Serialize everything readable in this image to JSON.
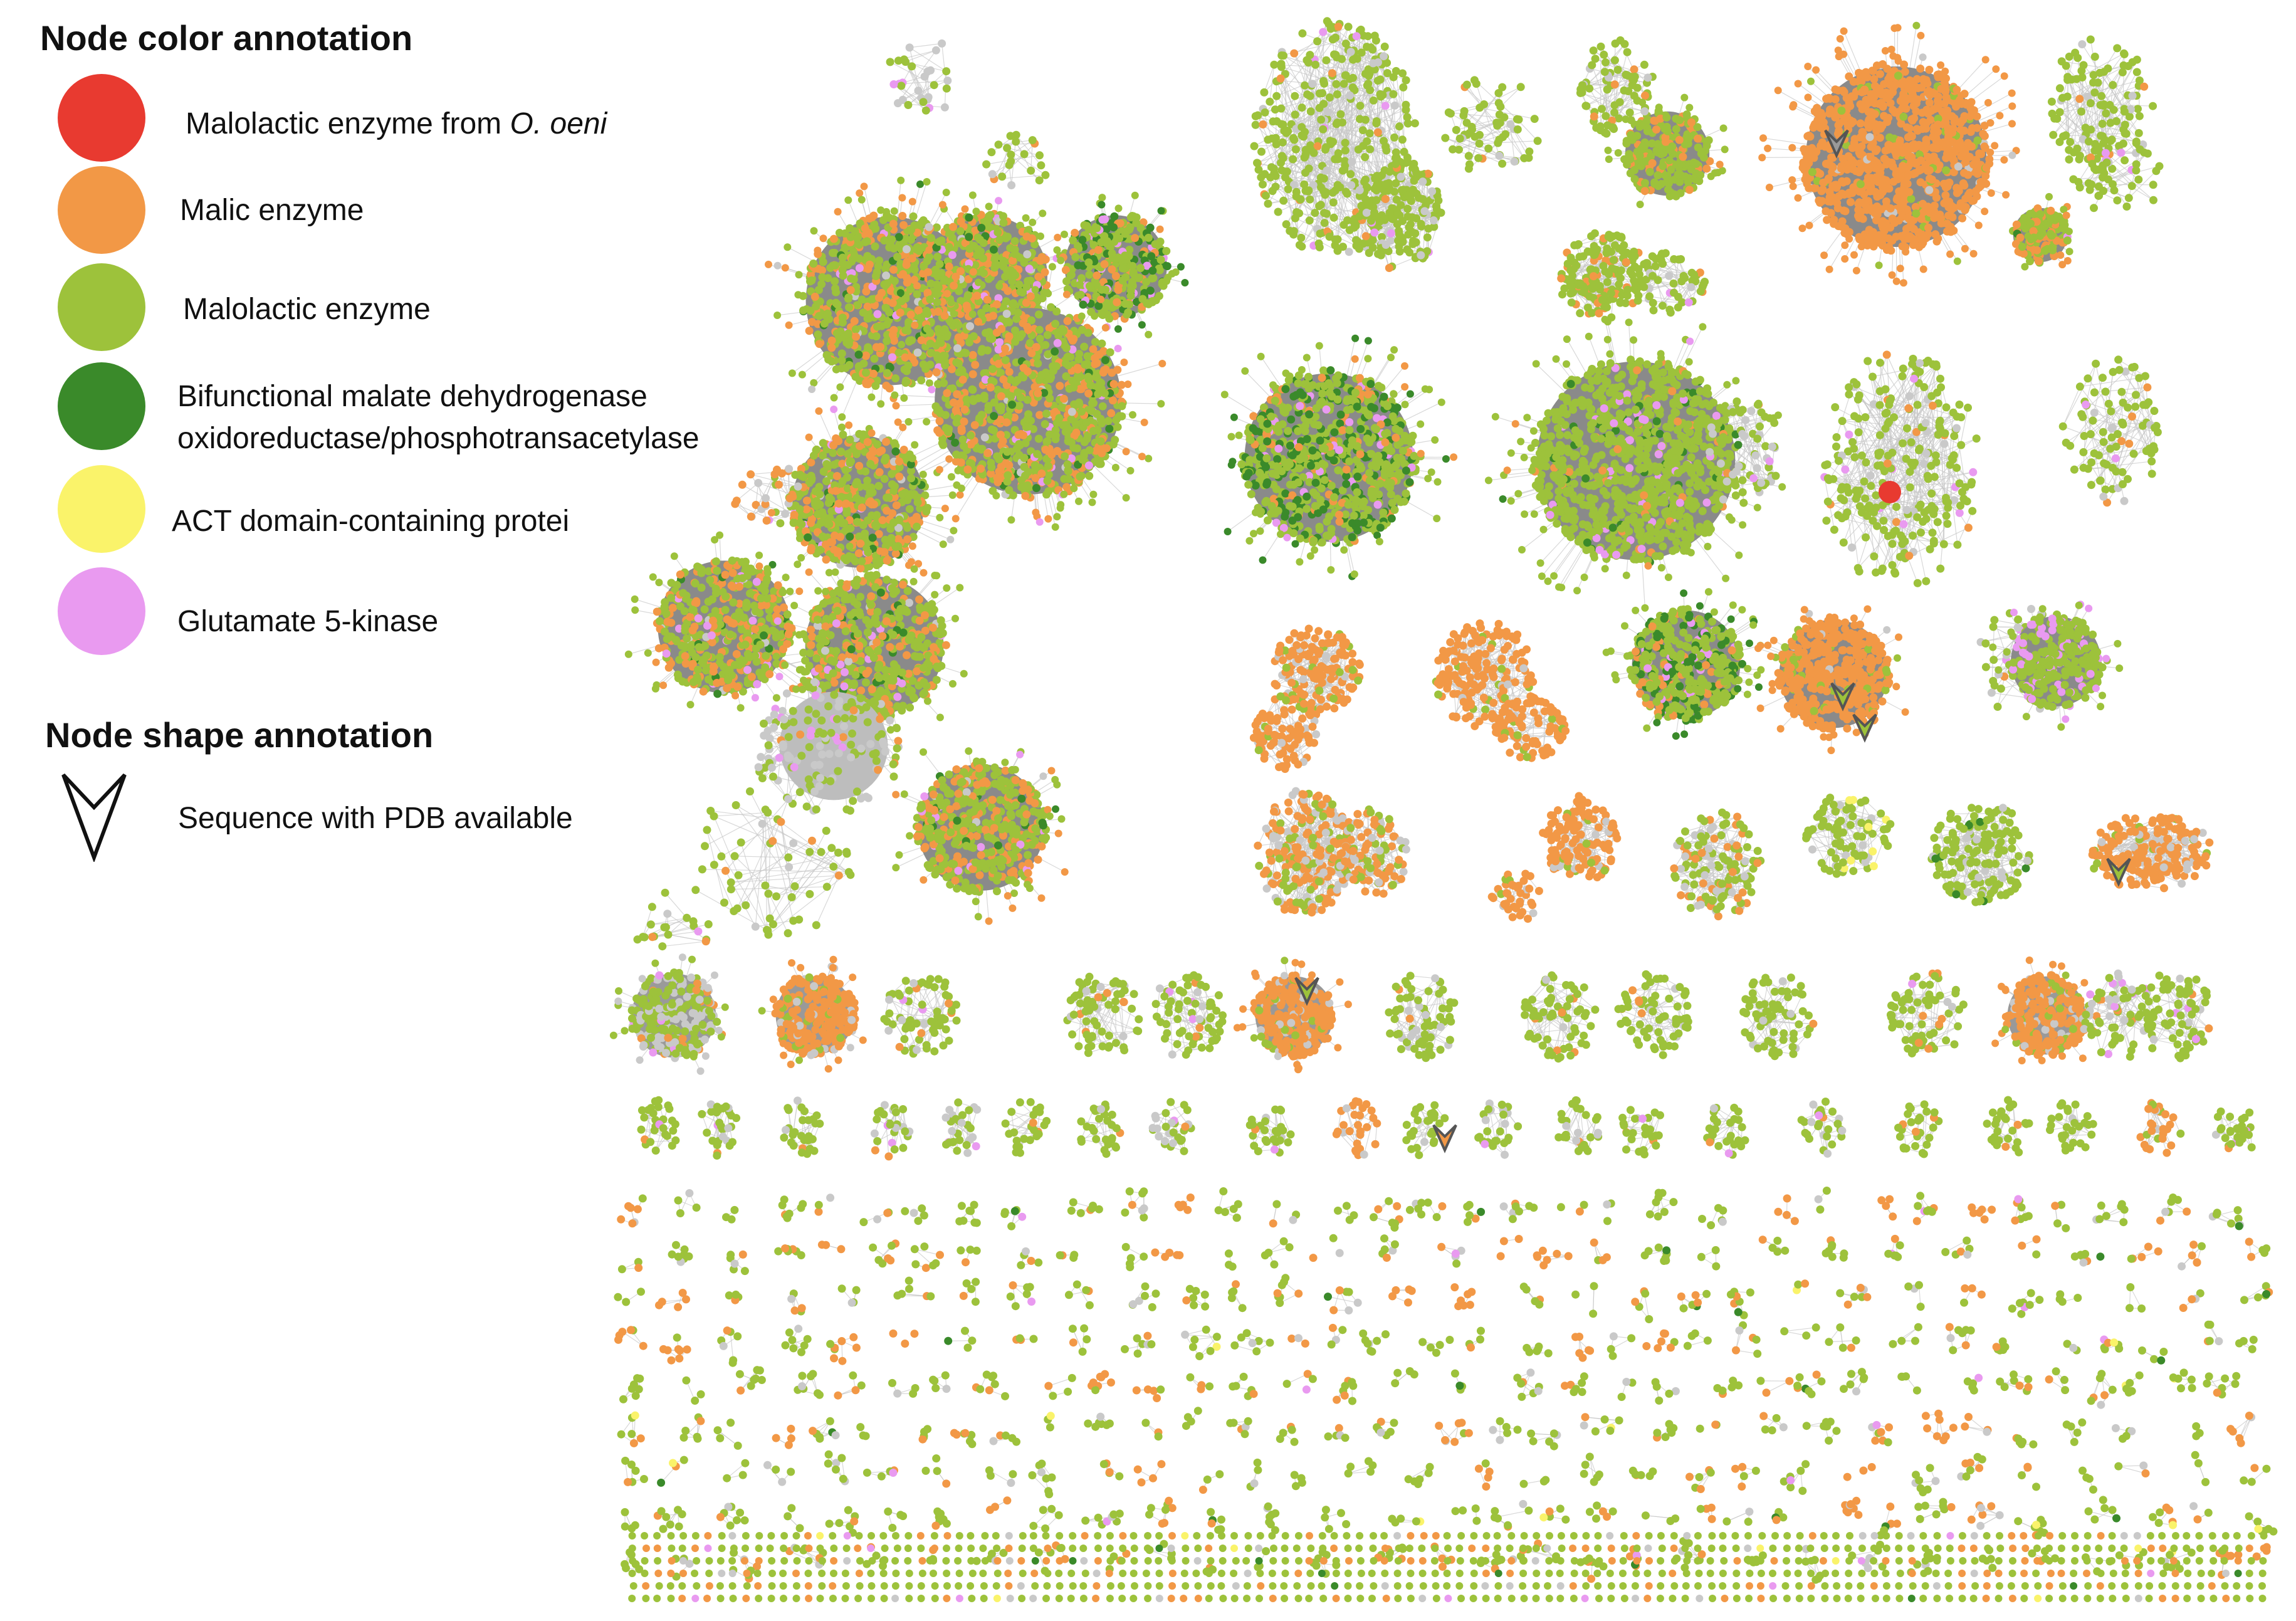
{
  "legend": {
    "color_heading": "Node color annotation",
    "color_items": [
      {
        "label": "Malolactic enzyme from ",
        "label_italic": "O. oeni",
        "color": "#e83a30"
      },
      {
        "label": "Malic enzyme",
        "color": "#f29846"
      },
      {
        "label": "Malolactic enzyme",
        "color": "#9dc23b"
      },
      {
        "label": "Bifunctional malate dehydrogenase",
        "label_line2": "oxidoreductase/phosphotransacetylase",
        "color": "#3a8a2a"
      },
      {
        "label": "ACT domain-containing protei",
        "color": "#faf36a"
      },
      {
        "label": "Glutamate 5-kinase",
        "color": "#e99af0"
      }
    ],
    "shape_heading": "Node shape annotation",
    "shape_item": {
      "label": "Sequence with PDB available",
      "icon": "open-arrowhead-icon"
    }
  },
  "colors": {
    "edge": "#c8c8c8",
    "cluster_core": "#8a8a8a",
    "unannotated_node": "#c9c9c9"
  }
}
